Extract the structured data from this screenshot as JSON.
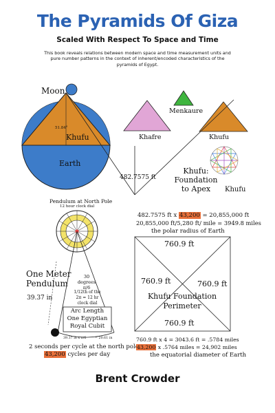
{
  "cover": {
    "title": "The Pyramids Of Giza",
    "subtitle": "Scaled With Respect To Space and Time",
    "blurb": "This book reveals relations between modern space and time measurement units and pure number patterns in the context of inherent/encoded characteristics of the pyramids of Egypt.",
    "author": "Brent Crowder"
  },
  "diagram": {
    "moon": "Moon",
    "khufu_in_earth": "Khufu",
    "angle": "51.84°",
    "earth": "Earth",
    "menkaure": "Menkaure",
    "khafre": "Khafre",
    "khufu_top": "Khufu",
    "khufu_star": "Khufu",
    "height": "482.7575 ft",
    "foundation_title_1": "Khufu:",
    "foundation_title_2": "Foundation",
    "foundation_title_3": "to Apex",
    "pendulum_title": "Pendulum at North Pole",
    "clock_dial": "12 hour clock dial",
    "calc1_a": "482.7575 ft x ",
    "calc1_hl": "43,200",
    "calc1_b": " = 20,855,000 ft",
    "calc2": "20,855,000 ft/5,280 ft/ mile = 3949.8 miles",
    "calc3": "the polar radius of Earth",
    "side_top": "760.9 ft",
    "side_left": "760.9 ft",
    "side_right": "760.9 ft",
    "side_bottom": "760.9 ft",
    "perimeter_1": "Khufu Foundation",
    "perimeter_2": "Perimeter",
    "one_meter_1": "One Meter",
    "one_meter_2": "Pendulum",
    "inches": "39.37 in",
    "deg_1": "30",
    "deg_2": "degrees",
    "pi6": "π/6",
    "fraction_1": "1/12th of the",
    "fraction_2": "2π = 12 hr",
    "fraction_3": "clock dial",
    "arc_1": "Arc Length",
    "arc_2": "One Egyptian",
    "arc_3": "Royal Cubit",
    "arc_left": "39.37 in x π/6",
    "arc_right": "= 20.61 in",
    "seconds_1": "2 seconds per cycle at the north pole",
    "seconds_hl": "43,200",
    "seconds_2": " cycles per day",
    "calc4": "760.9 ft x 4 = 3043.6 ft = .5784 miles",
    "calc5_hl": "43,200",
    "calc5_b": " x .5764 miles = 24,902 miles",
    "calc6": "the equatorial diameter of Earth"
  },
  "colors": {
    "title_blue": "#2b62b3",
    "earth_blue": "#3d7cc9",
    "pyramid_orange": "#d98a2a",
    "khafre_pink": "#e1a6d6",
    "menkaure_green": "#3fb53f",
    "highlight": "#e8703a"
  }
}
